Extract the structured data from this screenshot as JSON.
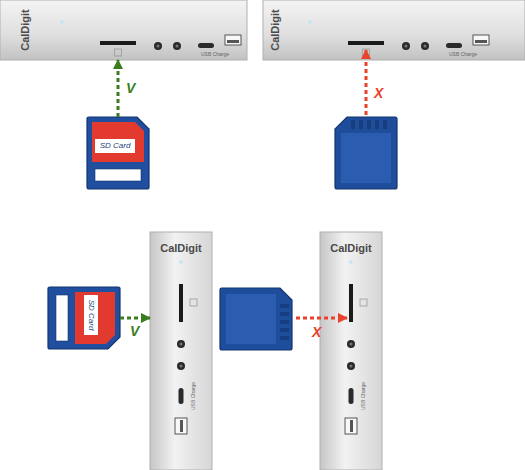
{
  "diagram": {
    "nodes": [
      {
        "text": [
          "CalDigit",
          "USB Charge"
        ]
      },
      {
        "text": [
          "SD Card"
        ]
      },
      {
        "text": [
          "CalDigit",
          "USB Charge"
        ]
      },
      {
        "text": [
          "SD Card"
        ]
      },
      {
        "text": [
          "CalDigit",
          "USB Charge"
        ]
      },
      {
        "text": [
          "CalDigit",
          "USB Charge"
        ]
      }
    ],
    "edges": [
      {
        "from": 1,
        "to": 0,
        "arrow": "to",
        "label": "V"
      },
      {
        "from": 3,
        "to": 4,
        "arrow": "to",
        "label": "V"
      }
    ],
    "labels": [
      "X",
      "X"
    ]
  }
}
